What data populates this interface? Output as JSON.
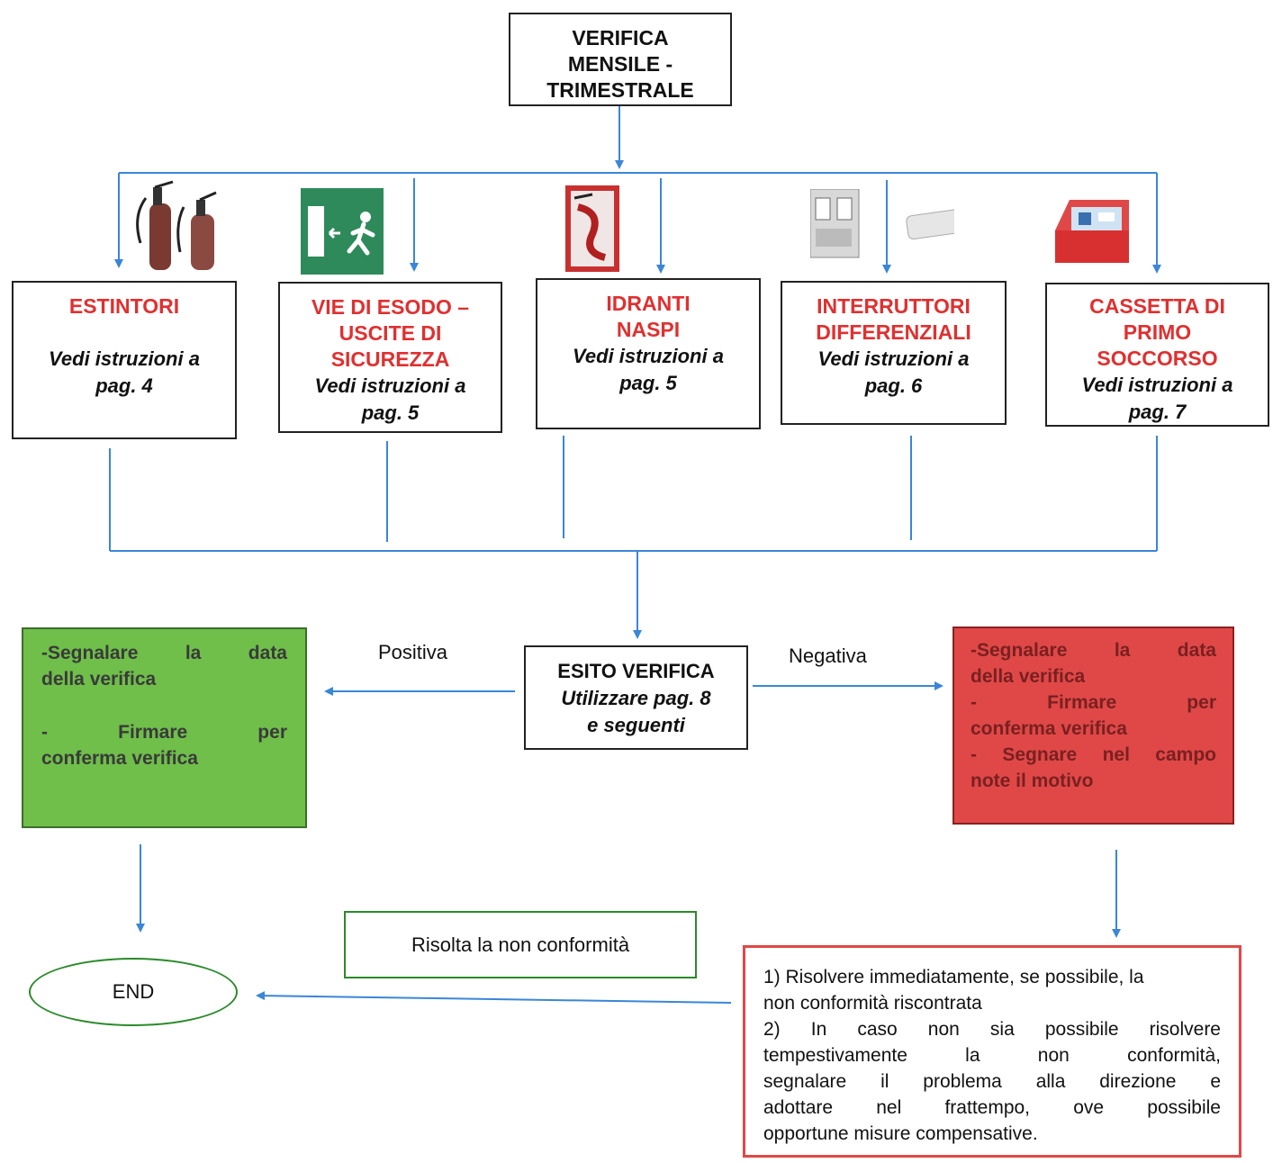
{
  "top": {
    "line1": "VERIFICA",
    "line2": "MENSILE -",
    "line3": "TRIMESTRALE"
  },
  "cards": [
    {
      "title1": "ESTINTORI",
      "title2": "",
      "title3": "",
      "note1": "Vedi istruzioni a",
      "note2": "pag. 4",
      "icon": "fire-extinguisher-icon"
    },
    {
      "title1": "VIE DI ESODO –",
      "title2": "USCITE DI",
      "title3": "SICUREZZA",
      "note1": "Vedi istruzioni a",
      "note2": "pag. 5",
      "icon": "emergency-exit-sign-icon"
    },
    {
      "title1": "IDRANTI",
      "title2": "NASPI",
      "title3": "",
      "note1": "Vedi istruzioni a",
      "note2": "pag. 5",
      "icon": "fire-hydrant-box-icon"
    },
    {
      "title1": "INTERRUTTORI",
      "title2": "DIFFERENZIALI",
      "title3": "",
      "note1": "Vedi istruzioni a",
      "note2": "pag. 6",
      "icon": "circuit-breaker-icon"
    },
    {
      "title1": "CASSETTA DI",
      "title2": "PRIMO",
      "title3": "SOCCORSO",
      "note1": "Vedi istruzioni a",
      "note2": "pag. 7",
      "icon": "first-aid-kit-icon"
    }
  ],
  "esito": {
    "title": "ESITO VERIFICA",
    "line2": "Utilizzare pag. 8",
    "line3": "e seguenti"
  },
  "labels": {
    "positive": "Positiva",
    "negative": "Negativa"
  },
  "green_box": {
    "line1": "-Segnalare   la   data",
    "line2": "della verifica",
    "line3": "-        Firmare        per",
    "line4": "conferma verifica"
  },
  "red_box": {
    "line1": "-Segnalare   la   data",
    "line2": "della verifica",
    "line3": "-        Firmare        per",
    "line4": "conferma verifica",
    "line5": "- Segnare  nel  campo",
    "line6": "note il motivo"
  },
  "resolved": "Risolta la non conformità",
  "end": "END",
  "action": {
    "l1": "1) Risolvere immediatamente, se possibile, la",
    "l2": "non conformità riscontrata",
    "l3": "2)  In  caso  non  sia  possibile  risolvere",
    "l4": "tempestivamente    la    non    conformità,",
    "l5": "segnalare  il  problema  alla  direzione  e",
    "l6": "adottare   nel   frattempo,   ove   possibile",
    "l7": "opportune misure compensative."
  },
  "colors": {
    "arrow": "#3a86d8",
    "green": "#6fbf4a",
    "red": "#e04848",
    "title_red": "#e03030",
    "end_border": "#2a8a2a"
  }
}
